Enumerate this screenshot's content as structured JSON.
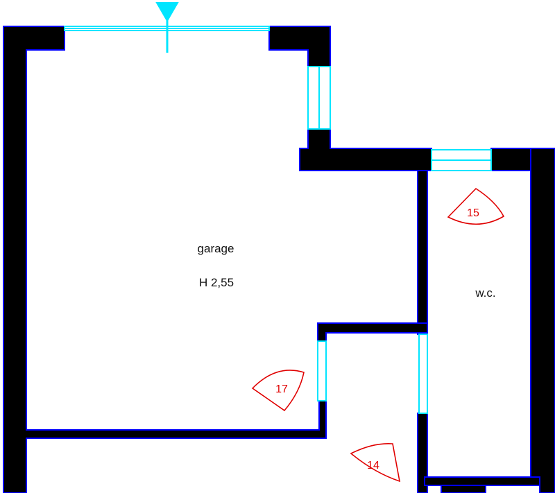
{
  "rooms": {
    "garage": {
      "name": "garage",
      "height": "H 2,55"
    },
    "wc": {
      "name": "w.c."
    }
  },
  "markers": {
    "m15": "15",
    "m17": "17",
    "m14": "14"
  },
  "colors": {
    "wall": "#000000",
    "wall_outline": "#0000ff",
    "window": "#00e5ff",
    "marker": "#e00000",
    "background": "#ffffff"
  }
}
